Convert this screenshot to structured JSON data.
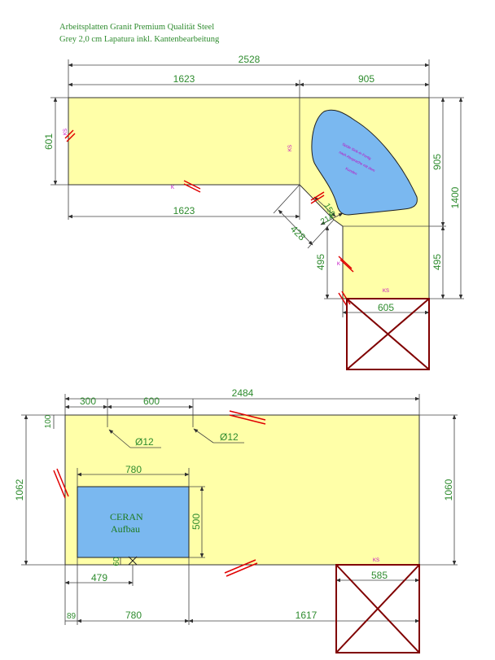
{
  "title": {
    "line1": "Arbeitsplatten Granit Premium Qualität Steel",
    "line2": "Grey 2,0 cm Lapatura inkl. Kantenbearbeitung"
  },
  "top_plan": {
    "dims": {
      "total_width": "2528",
      "left_width": "1623",
      "right_width": "905",
      "left_depth": "601",
      "bottom_width": "1623",
      "right_depth_upper": "905",
      "right_depth_total": "1400",
      "right_depth_lower": "495",
      "diag": "428",
      "small_a": "158",
      "small_b": "214",
      "left_lower": "495",
      "lower_width": "605"
    },
    "marks": {
      "k1": "K",
      "k2": "K",
      "ks1": "KS",
      "ks2": "KS",
      "ks3": "KS"
    },
    "sink_text": [
      "Spüle Sink-in Fertig",
      "nach Absprache mit dem",
      "Kunden"
    ]
  },
  "bottom_plan": {
    "dims": {
      "d100": "100",
      "d300": "300",
      "d600": "600",
      "total": "2484",
      "left_depth": "1062",
      "right_depth": "1060",
      "cooktop_w": "780",
      "cooktop_h": "500",
      "d60": "60",
      "d479": "479",
      "d585": "585",
      "d89": "89",
      "d780": "780",
      "d1617": "1617"
    },
    "hole1": "Ø12",
    "hole2": "Ø12",
    "cooktop_label1": "CERAN",
    "cooktop_label2": "Aufbau",
    "marks": {
      "ks": "KS"
    }
  },
  "colors": {
    "slab": "#ffffa8",
    "cutout": "#7ab8f0",
    "dimension_text": "#2e8b2e",
    "edge_marker": "#e00000",
    "cabinet_box": "#800000",
    "markers": "#c000c0"
  }
}
